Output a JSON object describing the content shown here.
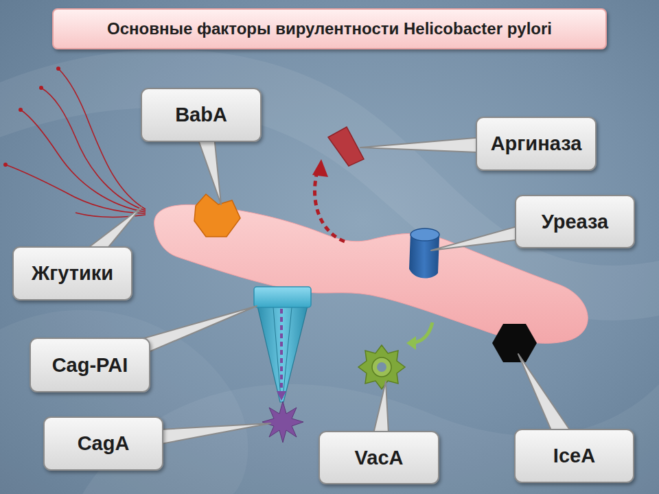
{
  "diagram": {
    "title": "Основные факторы вирулентности Helicobacter pylori",
    "nodes": [
      {
        "text": [
          "BabA"
        ]
      },
      {
        "text": [
          "Аргиназа"
        ]
      },
      {
        "text": [
          "Уреаза"
        ]
      },
      {
        "text": [
          "Жгутики"
        ]
      },
      {
        "text": [
          "Cag-PAI"
        ]
      },
      {
        "text": [
          "CagA"
        ]
      },
      {
        "text": [
          "VacA"
        ]
      },
      {
        "text": [
          "IceA"
        ]
      }
    ]
  }
}
